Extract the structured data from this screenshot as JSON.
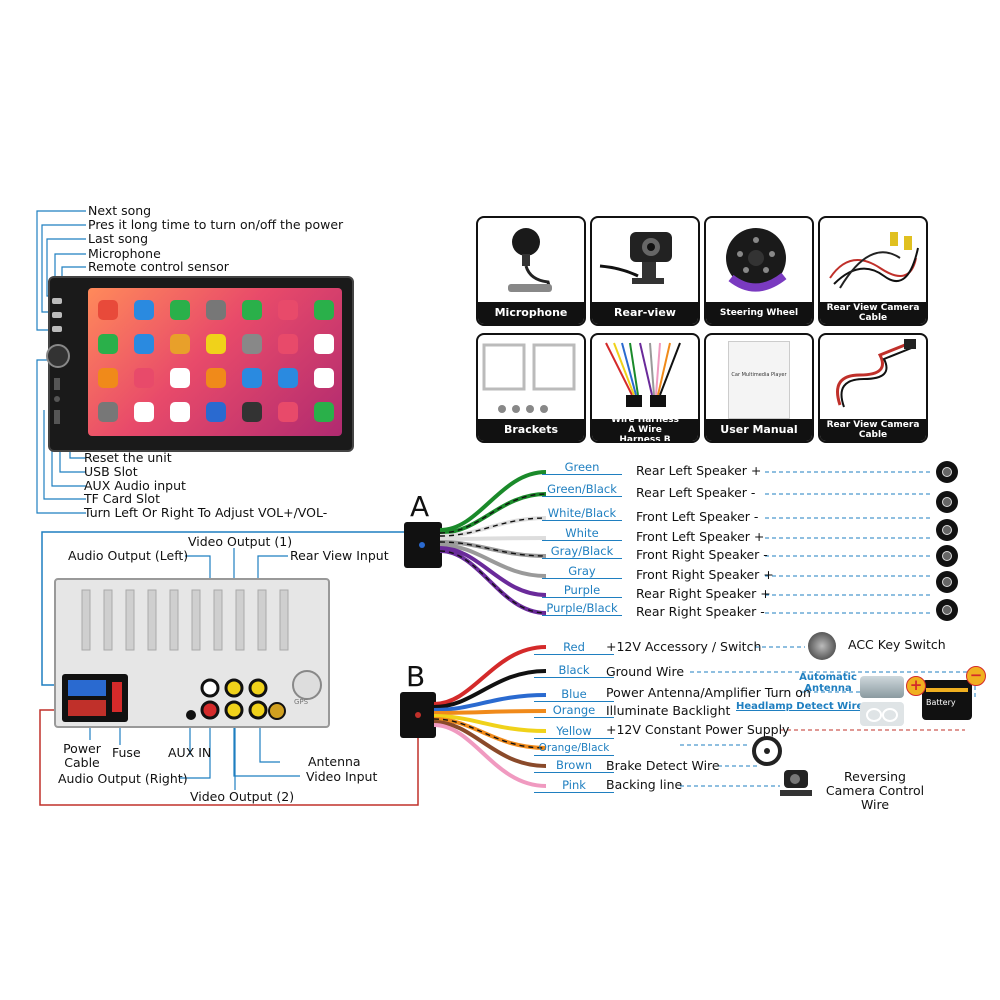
{
  "head_unit_labels": {
    "next_song": "Next song",
    "power": "Pres it long time to turn on/off the power",
    "last_song": "Last song",
    "microphone": "Microphone",
    "remote_sensor": "Remote control sensor",
    "reset": "Reset the unit",
    "usb": "USB Slot",
    "aux": "AUX Audio input",
    "tf": "TF Card Slot",
    "knob": "Turn Left Or Right To Adjust VOL+/VOL-"
  },
  "accessories": [
    {
      "label": "Microphone"
    },
    {
      "label": "Rear-view Camera"
    },
    {
      "label": "Steering Wheel Control"
    },
    {
      "label": "Rear View Camera Cable"
    },
    {
      "label": "Brackets"
    },
    {
      "label": "Wire Harness A Wire Harness B"
    },
    {
      "label": "User Manual"
    },
    {
      "label": "Rear View Camera Cable"
    }
  ],
  "manual_text": "Car Multimedia Player",
  "back_labels": {
    "audio_out_left": "Audio Output (Left)",
    "video_out_1": "Video Output (1)",
    "rear_view_input": "Rear View Input",
    "power_cable": "Power Cable",
    "fuse": "Fuse",
    "aux_in": "AUX IN",
    "audio_out_right": "Audio Output (Right)",
    "video_out_2": "Video Output (2)",
    "antenna": "Antenna",
    "video_input": "Video Input",
    "gps": "GPS"
  },
  "harness_a": {
    "letter": "A",
    "wires": [
      {
        "color_name": "Green",
        "function": "Rear Left Speaker +",
        "color": "#1a8a2a",
        "stripe": ""
      },
      {
        "color_name": "Green/Black",
        "function": "Rear Left Speaker -",
        "color": "#1a8a2a",
        "stripe": "#111"
      },
      {
        "color_name": "White/Black",
        "function": "Front Left Speaker -",
        "color": "#dddddd",
        "stripe": "#111"
      },
      {
        "color_name": "White",
        "function": "Front Left Speaker +",
        "color": "#dddddd",
        "stripe": ""
      },
      {
        "color_name": "Gray/Black",
        "function": "Front Right Speaker -",
        "color": "#9a9a9a",
        "stripe": "#111"
      },
      {
        "color_name": "Gray",
        "function": "Front Right Speaker +",
        "color": "#9a9a9a",
        "stripe": ""
      },
      {
        "color_name": "Purple",
        "function": "Rear Right Speaker +",
        "color": "#6a2a9a",
        "stripe": ""
      },
      {
        "color_name": "Purple/Black",
        "function": "Rear Right Speaker -",
        "color": "#6a2a9a",
        "stripe": "#111"
      }
    ]
  },
  "harness_b": {
    "letter": "B",
    "wires": [
      {
        "color_name": "Red",
        "function": "+12V Accessory / Switch",
        "color": "#d42a2a"
      },
      {
        "color_name": "Black",
        "function": "Ground Wire",
        "color": "#111111"
      },
      {
        "color_name": "Blue",
        "function": "Power Antenna/Amplifier Turn on",
        "color": "#2a6ad0"
      },
      {
        "color_name": "Orange",
        "function": "Illuminate Backlight",
        "color": "#f08a1a"
      },
      {
        "color_name": "Yellow",
        "function": "+12V Constant Power Supply",
        "color": "#f0d21a"
      },
      {
        "color_name": "Orange/Black",
        "function": "",
        "color": "#f08a1a"
      },
      {
        "color_name": "Brown",
        "function": "Brake Detect Wire",
        "color": "#8a4a2a"
      },
      {
        "color_name": "Pink",
        "function": "Backing line",
        "color": "#f09ac0"
      }
    ]
  },
  "side_labels": {
    "acc_key": "ACC Key Switch",
    "auto_antenna": "Automatic Antenna",
    "headlamp": "Headlamp Detect Wire",
    "battery": "Battery",
    "plus": "+",
    "minus": "−",
    "reversing": "Reversing Camera Control Wire"
  },
  "colors": {
    "accent_blue": "#1f7fc0",
    "line_red": "#c0302a",
    "screen_pink": "#e84a6a"
  }
}
